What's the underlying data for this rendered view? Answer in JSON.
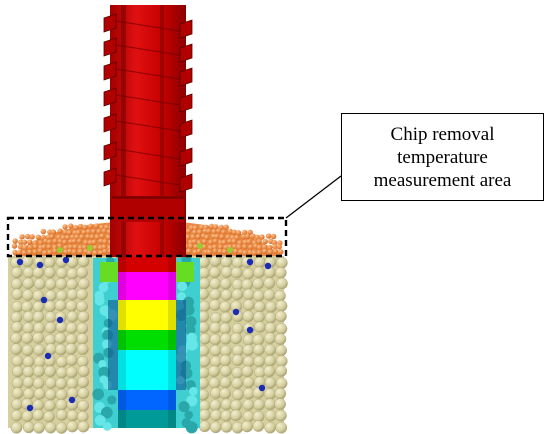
{
  "callout": {
    "lines": [
      "Chip removal",
      "temperature",
      "measurement area"
    ]
  },
  "colors": {
    "drill": "#d40000",
    "drill_dark": "#7a0000",
    "chips": "#e8843c",
    "soil": "#d6d0a0",
    "soil_edge": "#b9b27e",
    "dashed_box": "#000000",
    "leader_line": "#000000"
  },
  "bore_bands": [
    {
      "color": "#d40000"
    },
    {
      "color": "#ff00ff"
    },
    {
      "color": "#ffff00"
    },
    {
      "color": "#00dd00"
    },
    {
      "color": "#00ffff"
    },
    {
      "color": "#0066ff"
    },
    {
      "color": "#009a99"
    }
  ]
}
